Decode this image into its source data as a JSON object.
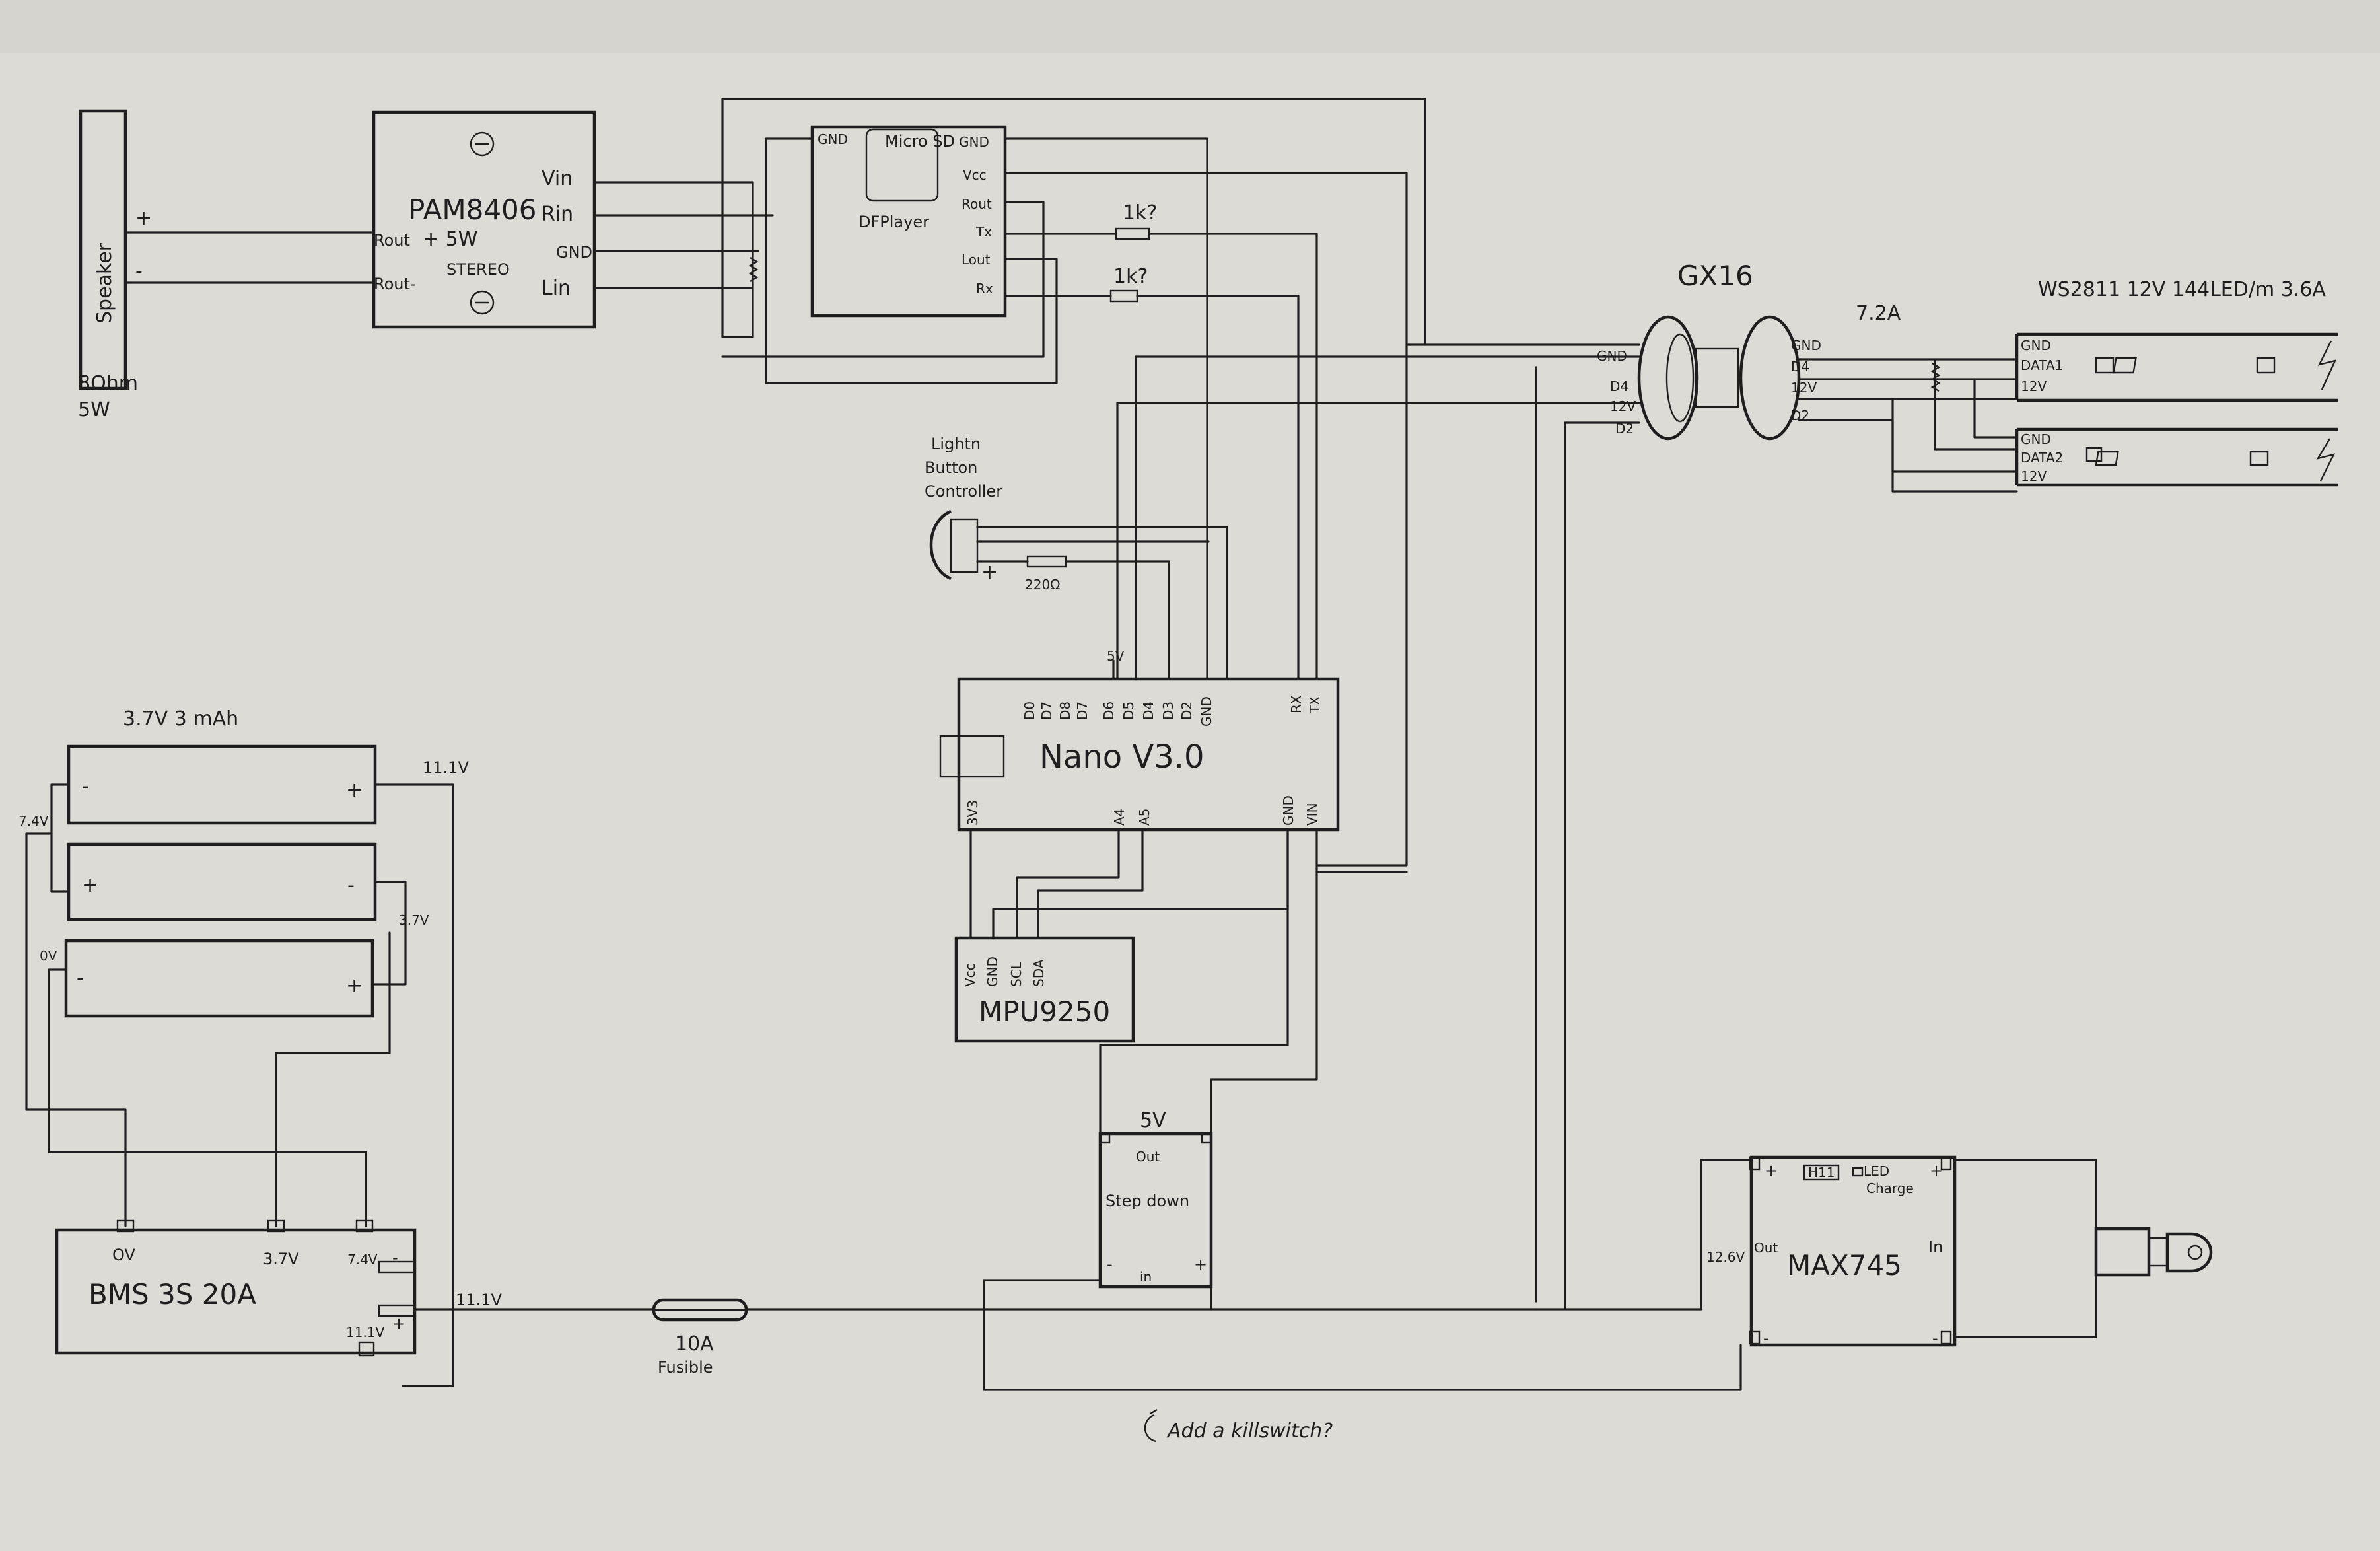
{
  "speaker": {
    "label": "Speaker",
    "plus": "+",
    "minus": "-",
    "spec1": "8Ohm",
    "spec2": "5W"
  },
  "amp": {
    "name": "PAM8406",
    "power": "+ 5W",
    "stereo": "STEREO",
    "sym_pos": "⊖",
    "sym_neg": "⊖",
    "vin": "Vin",
    "rin": "Rin",
    "gnd": "GND",
    "lin": "Lin",
    "rout_plus": "Rout",
    "rout_minus": "Rout-"
  },
  "dfplayer": {
    "name": "DFPlayer",
    "sd": "Micro SD",
    "gnd_left": "GND",
    "gnd": "GND",
    "vcc": "Vcc",
    "rout": "Rout",
    "tx": "Tx",
    "lout": "Lout",
    "rx": "Rx",
    "res1": "1k?",
    "res2": "1k?"
  },
  "gx16": {
    "label": "GX16",
    "gnd": "GND",
    "d4": "D4",
    "v12": "12V",
    "d2": "D2",
    "gnd_r": "GND",
    "d4_r": "D4",
    "v12_r": "12V",
    "d2_r": "D2"
  },
  "current": "7.2A",
  "strip": {
    "title": "WS2811  12V  144LED/m  3.6A",
    "gnd": "GND",
    "data1": "DATA1",
    "v12": "12V",
    "gnd2": "GND",
    "data2": "DATA2",
    "v12b": "12V"
  },
  "button": {
    "label1": "Lightn",
    "label2": "Button",
    "label3": "Controller",
    "plus": "+",
    "res": "220Ω"
  },
  "nano": {
    "name": "Nano  V3.0",
    "v5": "5V",
    "top_pins": [
      "D0",
      "D7",
      "D8",
      "D7",
      "D6",
      "D5",
      "D4",
      "D3",
      "D2",
      "GND"
    ],
    "rx": "RX",
    "tx": "TX",
    "v33": "3V3",
    "a4": "A4",
    "a5": "A5",
    "gnd": "GND",
    "vin": "VIN"
  },
  "mpu": {
    "name": "MPU9250",
    "pins": [
      "Vcc",
      "GND",
      "SCL",
      "SDA"
    ]
  },
  "battery": {
    "title": "3.7V 3   mAh",
    "v111": "11.1V",
    "v74": "7.4V",
    "v37": "3.7V",
    "v0": "0V",
    "plus": "+",
    "minus": "-"
  },
  "bms": {
    "name": "BMS  3S  20A",
    "ov": "OV",
    "v37": "3.7V",
    "v74": "7.4V",
    "v111": "11.1V",
    "minus": "-",
    "plus": "+"
  },
  "line111": "11.1V",
  "fuse": {
    "label1": "10A",
    "label2": "Fusible"
  },
  "stepdown": {
    "v5": "5V",
    "out": "Out",
    "label": "Step down",
    "minus": "-",
    "plus": "+",
    "in": "in"
  },
  "charger": {
    "name": "MAX745",
    "out": "Out",
    "v126": "12.6V",
    "in": "In",
    "h": "H11",
    "led": "LED",
    "charge": "Charge",
    "plus": "+",
    "minus": "-"
  },
  "note": "Add a killswitch?"
}
